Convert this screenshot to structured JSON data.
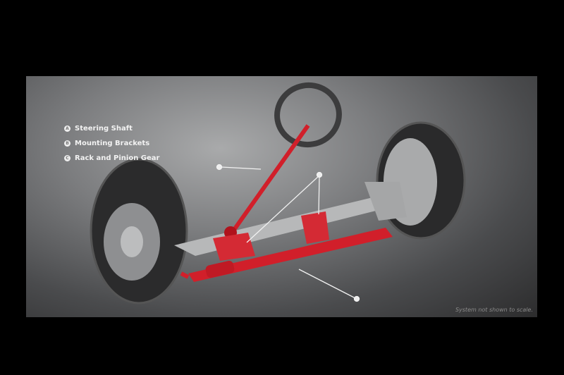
{
  "legend": [
    {
      "marker": "A",
      "label": "Steering Shaft"
    },
    {
      "marker": "B",
      "label": "Mounting Brackets"
    },
    {
      "marker": "C",
      "label": "Rack and Pinion Gear"
    }
  ],
  "caption": "System not shown to scale.",
  "colors": {
    "highlight": "#d11f2a",
    "background": "#000000",
    "panel": "#7c7d7f"
  }
}
